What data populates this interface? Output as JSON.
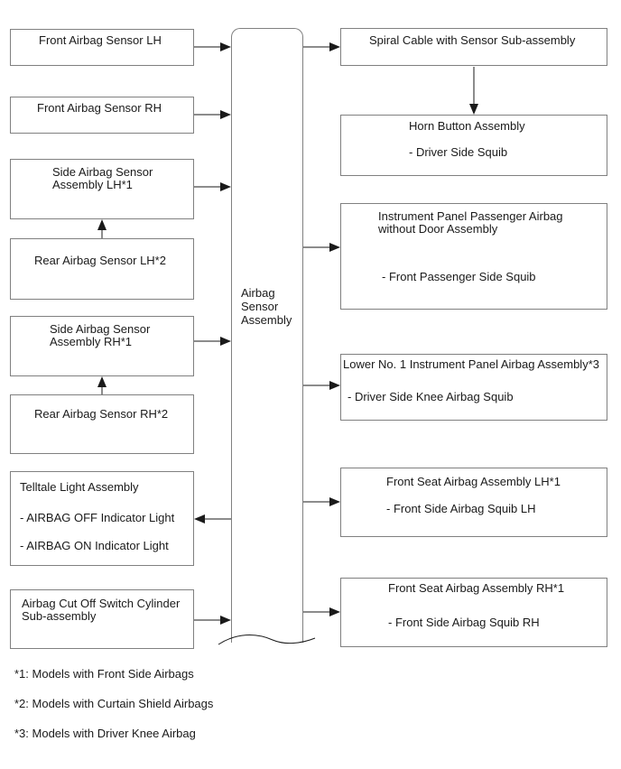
{
  "colors": {
    "background": "#ffffff",
    "box_border": "#808080",
    "line_color": "#1a1a1a",
    "text": "#1a1a1a"
  },
  "diagram": {
    "center_box": {
      "title": "Airbag\nSensor\nAssembly"
    },
    "left_boxes": [
      {
        "title": "Front Airbag Sensor LH"
      },
      {
        "title": "Front Airbag Sensor RH"
      },
      {
        "title": "Side Airbag Sensor\nAssembly LH*1"
      },
      {
        "title": "Rear Airbag Sensor LH*2"
      },
      {
        "title": "Side Airbag Sensor\nAssembly RH*1"
      },
      {
        "title": "Rear Airbag Sensor RH*2"
      },
      {
        "title": "Telltale Light Assembly",
        "items": [
          "- AIRBAG OFF Indicator Light",
          "- AIRBAG ON Indicator Light"
        ]
      },
      {
        "title": "Airbag Cut Off Switch Cylinder\nSub-assembly"
      }
    ],
    "right_boxes": [
      {
        "title": "Spiral Cable with Sensor Sub-assembly"
      },
      {
        "title": "Horn Button Assembly",
        "items": [
          "- Driver Side Squib"
        ]
      },
      {
        "title": "Instrument Panel Passenger Airbag\nwithout Door Assembly",
        "items": [
          "- Front Passenger Side Squib"
        ]
      },
      {
        "title": "Lower No. 1 Instrument Panel Airbag Assembly*3",
        "items": [
          "- Driver Side Knee Airbag Squib"
        ]
      },
      {
        "title": "Front Seat Airbag Assembly LH*1",
        "items": [
          "- Front Side Airbag Squib LH"
        ]
      },
      {
        "title": "Front Seat Airbag Assembly RH*1",
        "items": [
          "- Front Side Airbag Squib RH"
        ]
      }
    ],
    "footnotes": [
      "*1: Models with Front Side Airbags",
      "*2: Models with Curtain Shield Airbags",
      "*3: Models with Driver Knee Airbag"
    ]
  }
}
